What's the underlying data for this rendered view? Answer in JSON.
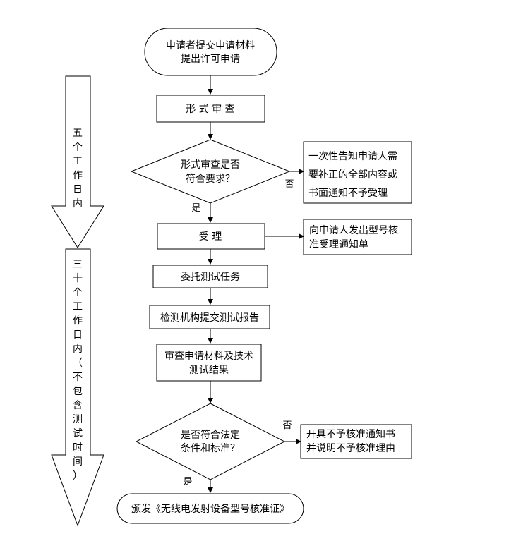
{
  "flowchart": {
    "start": {
      "line1": "申请者提交申请材料",
      "line2": "提出许可申请"
    },
    "formal_review": "形 式 审 查",
    "formal_decision": {
      "line1": "形式审查是否",
      "line2": "符合要求？"
    },
    "reject_notice": {
      "line1": "一次性告知申请人需",
      "line2": "要补正的全部内容或",
      "line3": "书面通知不予受理"
    },
    "label_no_1": "否",
    "label_yes_1": "是",
    "accept": "受 理",
    "accept_notice": {
      "line1": "向申请人发出型号核",
      "line2": "准受理通知单"
    },
    "entrust_test": "委托测试任务",
    "test_report": "检测机构提交测试报告",
    "review_results": {
      "line1": "审查申请材料及技术",
      "line2": "测试结果"
    },
    "legal_decision": {
      "line1": "是否符合法定",
      "line2": "条件和标准？"
    },
    "label_no_2": "否",
    "refuse_notice": {
      "line1": "开具不予核准通知书",
      "line2": "并说明不予核准理由"
    },
    "label_yes_2": "是",
    "issue_certificate": "颁发《无线电发射设备型号核准证》"
  },
  "timeline": {
    "phase1_chars": [
      "五",
      "个",
      "工",
      "作",
      "日",
      "内"
    ],
    "phase2_chars": [
      "三",
      "十",
      "个",
      "工",
      "作",
      "日",
      "内",
      "（",
      "不",
      "包",
      "含",
      "测",
      "试",
      "时",
      "间",
      "）"
    ]
  }
}
